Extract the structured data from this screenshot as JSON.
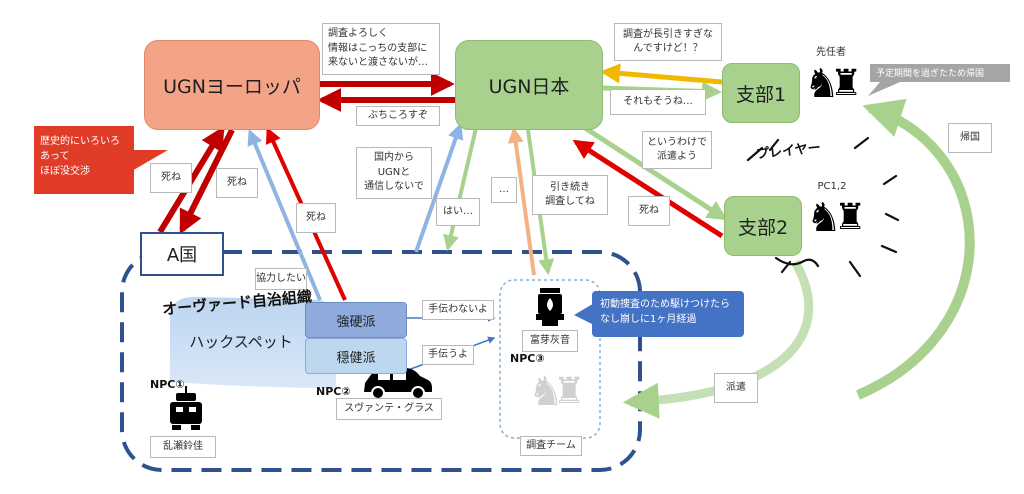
{
  "nodes": {
    "ugn_europe": "UGNヨーロッパ",
    "ugn_japan": "UGN日本",
    "branch1": "支部1",
    "branch2": "支部2",
    "country_a": "A国",
    "hackspet": "ハックスペット",
    "hardliners": "強硬派",
    "moderates": "穏健派"
  },
  "labels": {
    "survey_request": "調査よろしく\n情報はこっちの支部に\n来ないと渡さないが…",
    "buchikoro": "ぶちころすぞ",
    "history": "歴史的にいろいろ\nあって\nほぼ没交渉",
    "shine_1": "死ね",
    "shine_2": "死ね",
    "shine_3": "死ね",
    "shine_4": "死ね",
    "domestic": "国内から\nUGNと\n通信しないで",
    "hai": "はい…",
    "ellipsis": "…",
    "continue_survey": "引き続き\n調査してね",
    "survey_too_long": "調査が長引きすぎな\nんですけど！？",
    "sore_mo_sou": "それもそうね…",
    "dispatch_explain": "というわけで\n派遣よう",
    "cooperate": "協力したい",
    "wont_help": "手伝わないよ",
    "will_help": "手伝うよ",
    "return_home": "帰国",
    "dispatch": "派遣",
    "initial_response": "初動捜査のため駆けつけたら\nなし崩しに1ヶ月経過",
    "early_return": "予定期間を過ぎたため帰国",
    "predecessor": "先任者",
    "players": "PC1,2",
    "player_tag": "プレイヤー",
    "autonomous_org": "オーヴァード自治組織"
  },
  "npcs": {
    "ranse": {
      "tag": "NPC①",
      "name": "乱瀬鈴佳",
      "icon": "robot-icon"
    },
    "svyantei": {
      "tag": "NPC②",
      "name": "スヴァンテ・グラス",
      "icon": "car-icon"
    },
    "kamigaya": {
      "tag": "NPC③",
      "name": "富芽灰音",
      "icon": "lantern-icon"
    }
  },
  "team_label": "調査チーム",
  "colors": {
    "europe": "#f4a486",
    "japan": "#a9d18e",
    "red_arrow": "#e00000",
    "dark_red_arrow": "#c00000",
    "blue_arrow": "#8fb4e3",
    "green_arrow": "#a9d18e",
    "yellow_arrow": "#f2b800",
    "orange_arrow": "#f4b183",
    "dashed_border": "#2f528f",
    "callout_red": "#e03c28",
    "callout_blue": "#4472c4",
    "callout_gray": "#a5a5a5"
  }
}
